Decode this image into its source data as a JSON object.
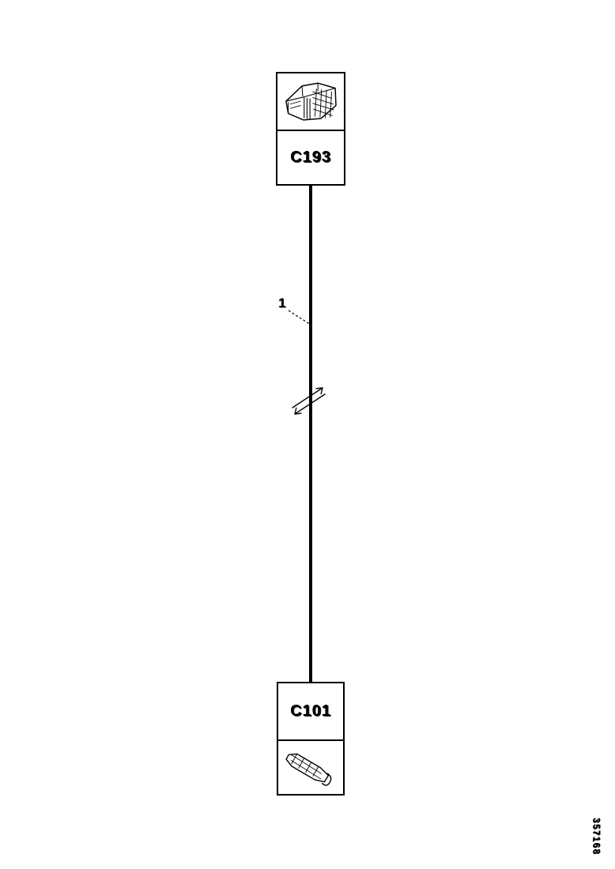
{
  "diagram": {
    "kind": "wiring-harness-repair-figure",
    "colors": {
      "ink": "#000000",
      "paper": "#ffffff"
    },
    "top_connector": {
      "label": "C193",
      "icon": "multi-pin-connector"
    },
    "bottom_connector": {
      "label": "C101",
      "icon": "single-wire-terminal"
    },
    "wire": {
      "callout": "1",
      "break_marker": "double-slash"
    },
    "figure_number": "357168"
  }
}
